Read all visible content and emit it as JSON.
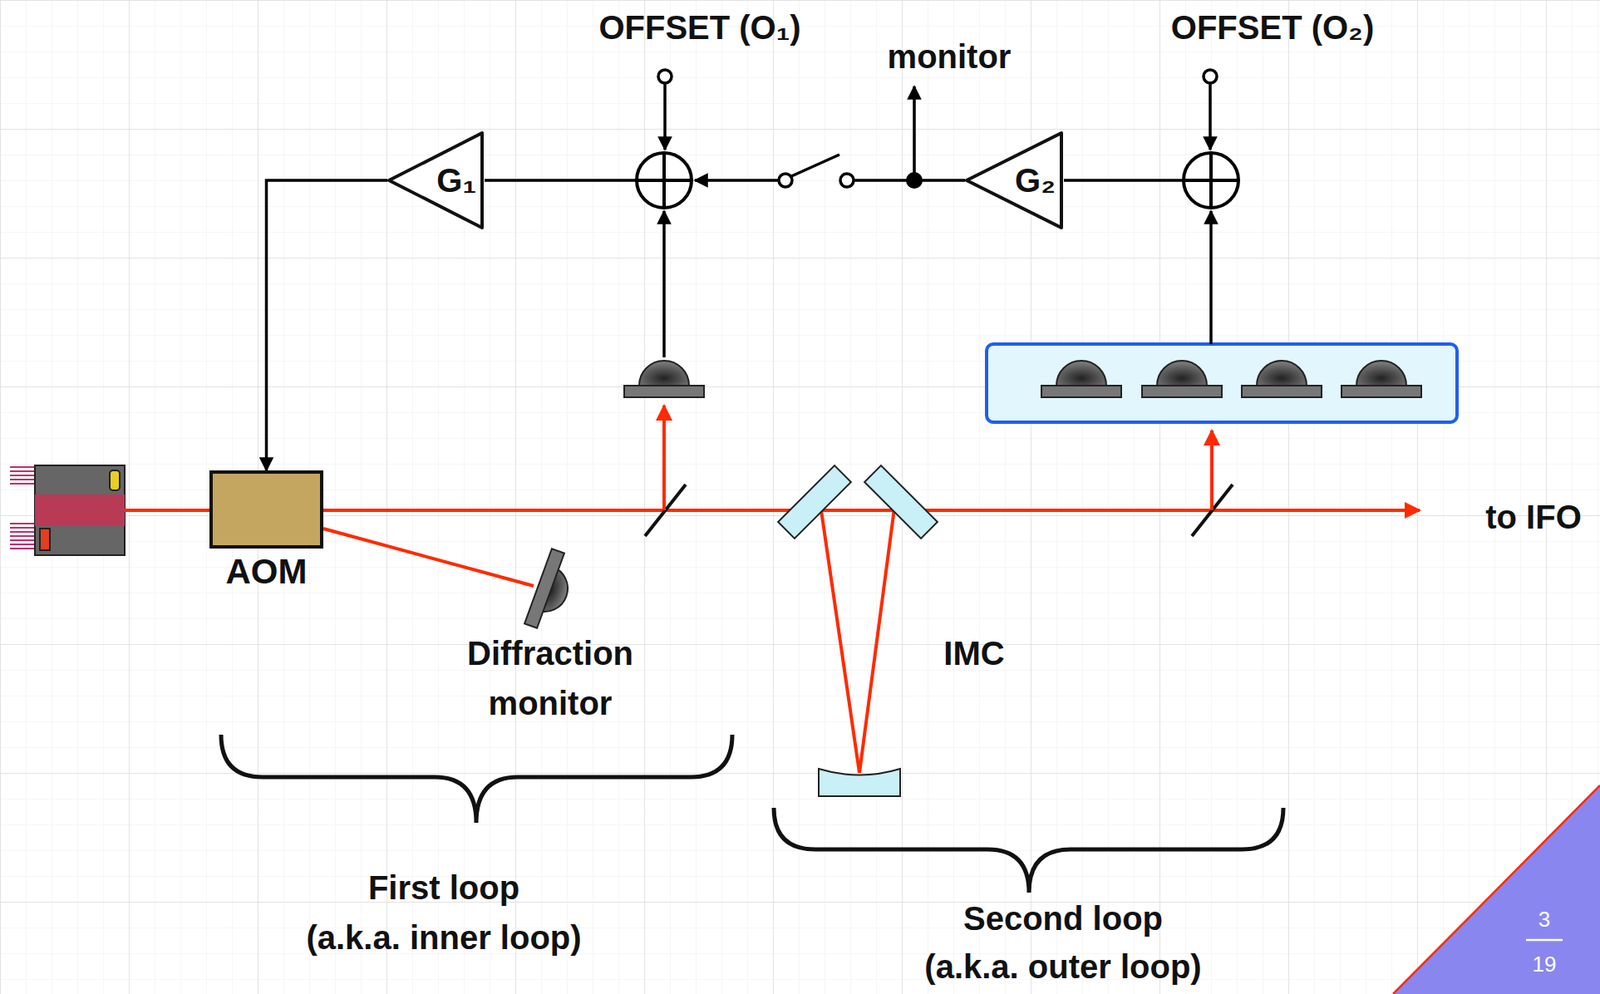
{
  "diagram": {
    "nodes": [
      {
        "text": [
          "G₁"
        ]
      },
      {
        "text": [
          "G₂"
        ]
      },
      {
        "text": [
          "AOM"
        ]
      }
    ],
    "edges": [
      {
        "from": 0,
        "to": 2,
        "arrow": "to"
      }
    ],
    "labels": [
      "OFFSET (O₁)",
      "monitor",
      "OFFSET (O₂)",
      "Diffraction monitor",
      "IMC",
      "to IFO",
      "First loop",
      "(a.k.a. inner loop)",
      "Second loop",
      "(a.k.a. outer loop)",
      "3",
      "19"
    ]
  }
}
